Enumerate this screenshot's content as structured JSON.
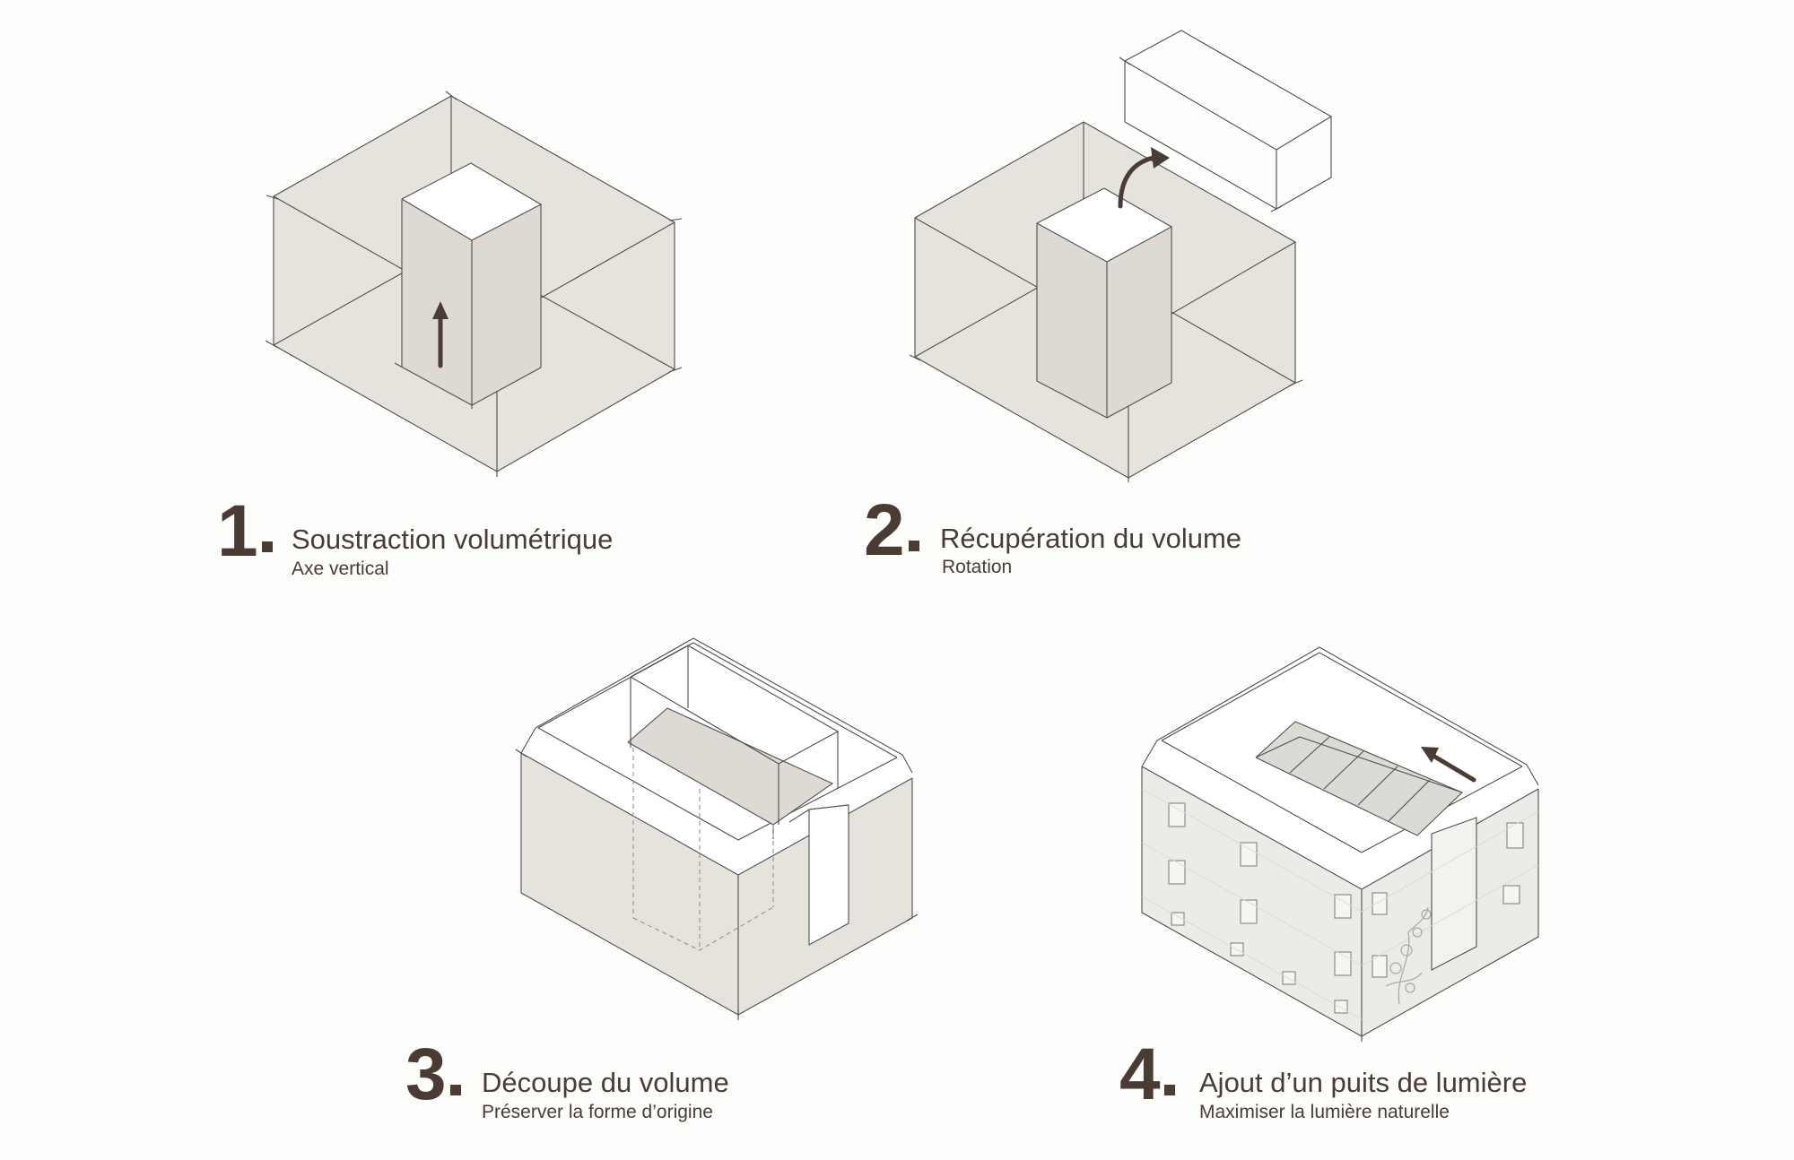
{
  "colors": {
    "background": "#fdfdfb",
    "text": "#4a3b35",
    "volume_fill": "#e6e3dd",
    "line": "#4e4e4e",
    "arrow": "#4a3b35"
  },
  "steps": [
    {
      "number": "1",
      "title": "Soustraction volumétrique",
      "subtitle": "Axe vertical"
    },
    {
      "number": "2",
      "title": "Récupération du volume",
      "subtitle": "Rotation"
    },
    {
      "number": "3",
      "title": "Découpe du volume",
      "subtitle": "Préserver la forme d’origine"
    },
    {
      "number": "4",
      "title": "Ajout d’un puits de lumière",
      "subtitle": "Maximiser la lumière naturelle"
    }
  ]
}
